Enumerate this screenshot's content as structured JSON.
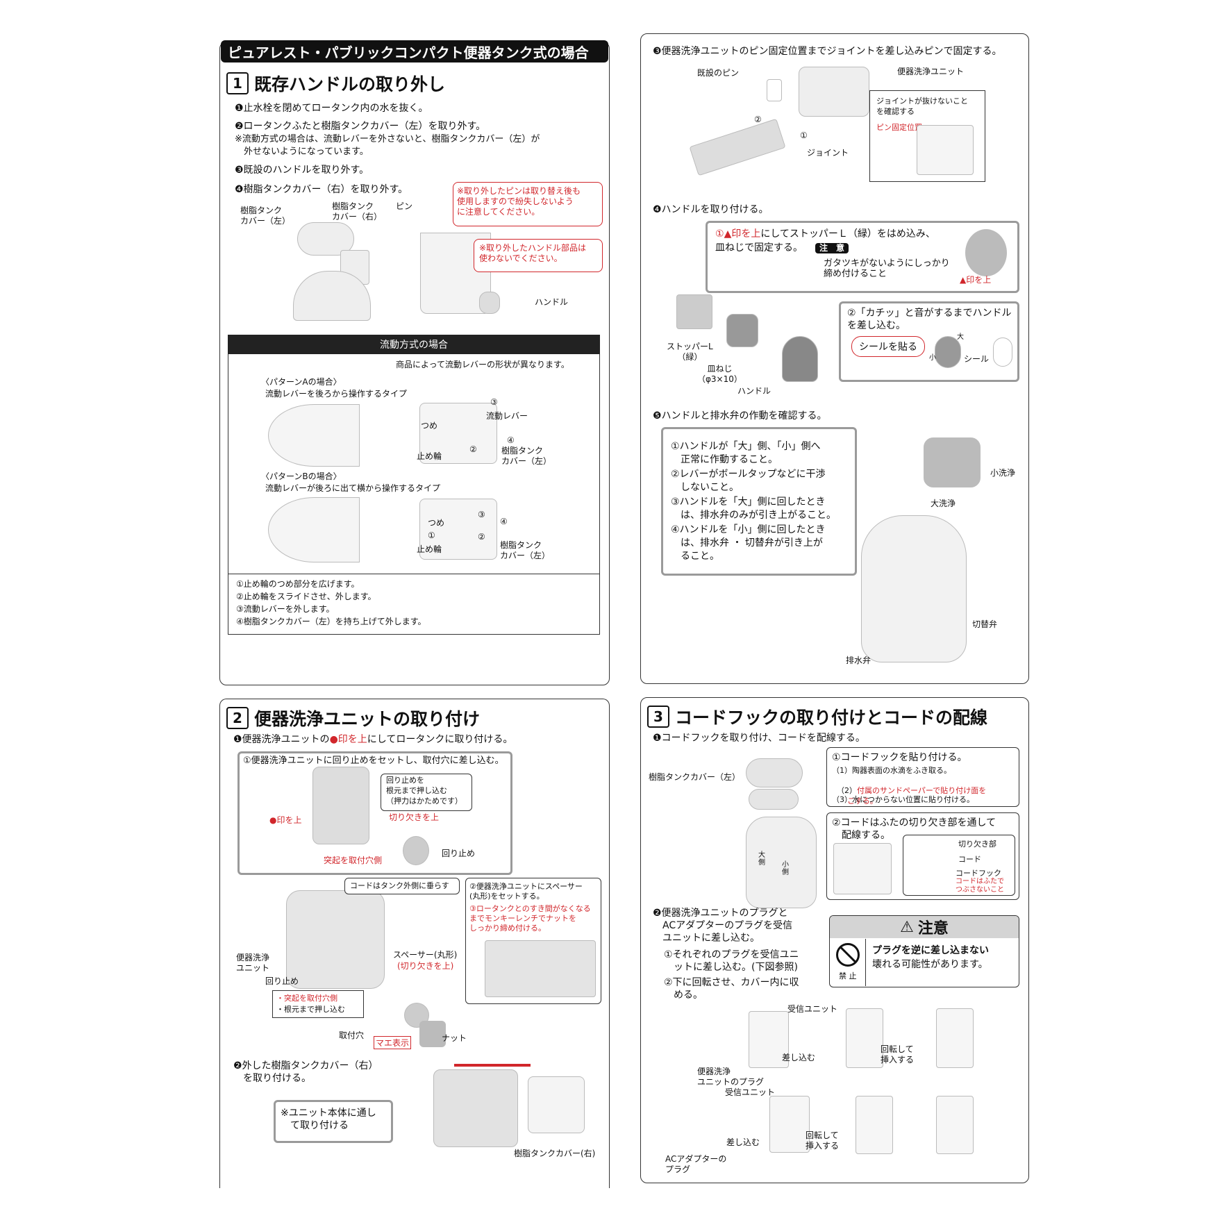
{
  "q1": {
    "banner": "ピュアレスト・パブリックコンパクト便器タンク式の場合",
    "num": "1",
    "title": "既存ハンドルの取り外し",
    "steps": [
      "❶止水栓を閉めてロータンク内の水を抜く。",
      "❷ロータンクふたと樹脂タンクカバー（左）を取り外す。",
      "※流動方式の場合は、流動レバーを外さないと、樹脂タンクカバー（左）が",
      "　外せないようになっています。",
      "❸既設のハンドルを取り外す。",
      "❹樹脂タンクカバー（右）を取り外す。"
    ],
    "labels": {
      "cover_left": "樹脂タンク\nカバー（左）",
      "cover_right": "樹脂タンク\nカバー（右）",
      "pin": "ピン",
      "handle": "ハンドル",
      "note_pin": "※取り外したピンは取り替え後も\n使用しますので紛失しないよう\nに注意してください。",
      "note_handle": "※取り外したハンドル部品は\n使わないでください。"
    },
    "flow": {
      "header": "流動方式の場合",
      "note": "商品によって流動レバーの形状が異なります。",
      "pattern_a": "〈パターンAの場合〉",
      "pattern_a_desc": "流動レバーを後ろから操作するタイプ",
      "pattern_b": "〈パターンBの場合〉",
      "pattern_b_desc": "流動レバーが後ろに出て横から操作するタイプ",
      "tsume": "つめ",
      "tomewa": "止め輪",
      "lever": "流動レバー",
      "cover": "樹脂タンク\nカバー（左）",
      "c1": "①",
      "c2": "②",
      "c3": "③",
      "c4": "④",
      "steps": [
        "①止め輪のつめ部分を広げます。",
        "②止め輪をスライドさせ、外します。",
        "③流動レバーを外します。",
        "④樹脂タンクカバー（左）を持ち上げて外します。"
      ]
    }
  },
  "q2": {
    "step3": "❸便器洗浄ユニットのピン固定位置までジョイントを差し込みピンで固定する。",
    "existing_pin": "既設のピン",
    "unit": "便器洗浄ユニット",
    "joint": "ジョイント",
    "check_note": "ジョイントが抜けないこと\nを確認する",
    "pin_pos": "ピン固定位置",
    "c1": "①",
    "c2": "②",
    "step4": "❹ハンドルを取り付ける。",
    "stopper_instr_1": "①",
    "stopper_instr_2": "印を上",
    "stopper_instr_3": "にしてストッパーＬ（緑）をはめ込み、",
    "stopper_instr_4": "皿ねじで固定する。",
    "caution_tag": "注　意",
    "caution_text": "ガタツキがないようにしっかり\n締め付けること",
    "mark_up": "印を上",
    "stopper": "ストッパーL\n（緑）",
    "screw": "皿ねじ\n（φ3×10）",
    "handle": "ハンドル",
    "push_instr": "②「カチッ」と音がするまでハンドル\nを差し込む。",
    "sticker_btn": "シールを貼る",
    "big": "大",
    "small": "小",
    "sticker": "シール",
    "step5": "❺ハンドルと排水弁の作動を確認する。",
    "checks": [
      "①ハンドルが「大」側、「小」側へ\n　正常に作動すること。",
      "②レバーがボールタップなどに干渉\n　しないこと。",
      "③ハンドルを「大」側に回したとき\n　は、排水弁のみが引き上がること。",
      "④ハンドルを「小」側に回したとき\n　は、排水弁 ・ 切替弁が引き上が\n　ること。"
    ],
    "small_wash": "小洗浄",
    "big_wash": "大洗浄",
    "switch_valve": "切替弁",
    "drain_valve": "排水弁"
  },
  "q3": {
    "num": "2",
    "title": "便器洗浄ユニットの取り付け",
    "step1_a": "❶便器洗浄ユニットの",
    "step1_b": "●印を上",
    "step1_c": "にしてロータンクに取り付ける。",
    "sub1": "①便器洗浄ユニットに回り止めをセットし、取付穴に差し込む。",
    "callout": "回り止めを\n根元まで押し込む\n（押力はかためです）",
    "mark_up": "●印を上",
    "notch_up": "切り欠きを上",
    "anti_rot": "回り止め",
    "bump": "突起を取付穴側",
    "cord_note": "コードはタンク外側に垂らす",
    "spacer_note_1": "②便器洗浄ユニットにスペーサー\n(丸形)をセットする。",
    "spacer_note_2": "③ロータンクとのすき間がなくなる\nまでモンキーレンチでナットを\nしっかり締め付ける。",
    "unit": "便器洗浄\nユニット",
    "anti_rot2": "回り止め",
    "bullet_1": "・突起を取付穴側",
    "bullet_2": "・根元まで押し込む",
    "spacer": "スペーサー(丸形)",
    "spacer_notch": "(切り欠きを上)",
    "hole": "取付穴",
    "mae": "マエ表示",
    "nut": "ナット",
    "step2": "❷外した樹脂タンクカバー（右）\n　を取り付ける。",
    "pass_note": "※ユニット本体に通し\n　て取り付ける",
    "cover_right": "樹脂タンクカバー(右)"
  },
  "q4": {
    "num": "3",
    "title": "コードフックの取り付けとコードの配線",
    "step1": "❶コードフックを取り付け、コードを配線する。",
    "cover_left": "樹脂タンクカバー（左）",
    "hook_title": "①コードフックを貼り付ける。",
    "hook_1": "（1）陶器表面の水滴をふき取る。",
    "hook_2a": "（2）",
    "hook_2b": "付属のサンドペーパーで貼り付け面を\n　　こする。",
    "hook_3": "（3）水につからない位置に貼り付ける。",
    "cord_instr": "②コードはふたの切り欠き部を通して\n　配線する。",
    "notch": "切り欠き部",
    "cord": "コード",
    "cord_hook": "コードフック",
    "cord_warn": "コードはふたで\nつぶさないこと",
    "big_side": "大\n側",
    "small_side": "小\n側",
    "step2": "❷便器洗浄ユニットのプラグと\n　ACアダプターのプラグを受信\n　ユニットに差し込む。",
    "sub1": "①それぞれのプラグを受信ユニ\n　ットに差し込む。(下図参照)",
    "sub2": "②下に回転させ、カバー内に収\n　める。",
    "caution_title": "注意",
    "caution_bold": "プラグを逆に差し込まない",
    "caution_text": "壊れる可能性があります。",
    "prohibit": "禁 止",
    "receiver": "受信ユニット",
    "insert": "差し込む",
    "rotate": "回転して\n挿入する",
    "unit_plug": "便器洗浄\nユニットのプラグ",
    "receiver2": "受信ユニット",
    "insert2": "差し込む",
    "rotate2": "回転して\n挿入する",
    "ac_plug": "ACアダプターの\nプラグ"
  }
}
